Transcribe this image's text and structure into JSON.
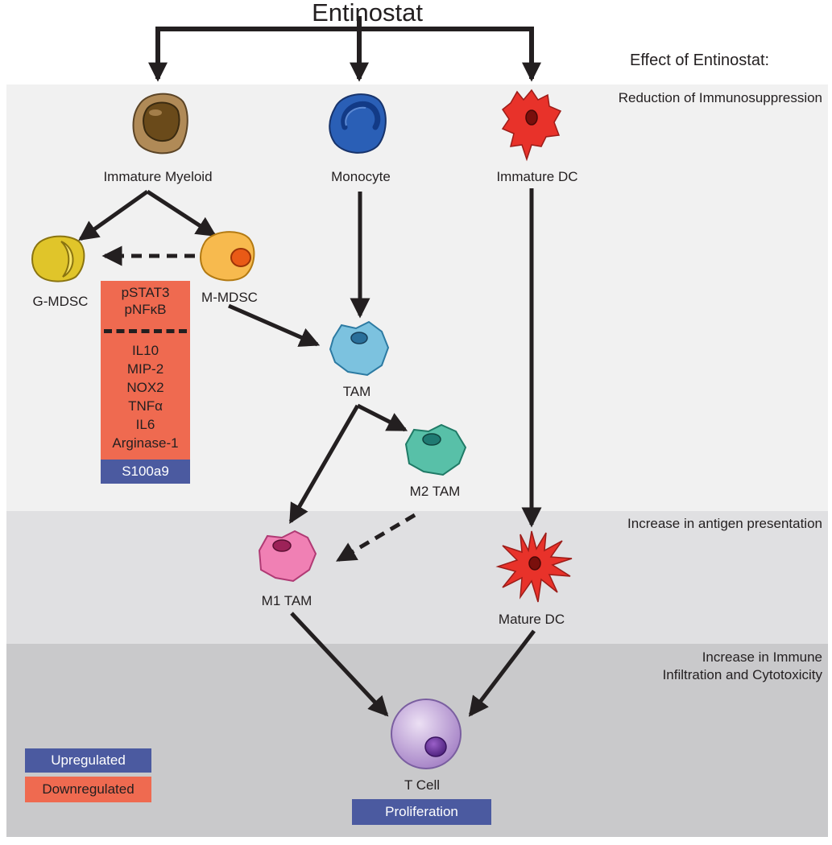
{
  "title": "Entinostat",
  "effect_header": "Effect of Entinostat:",
  "effects": {
    "band1": "Reduction of Immunosuppression",
    "band2": "Increase in antigen presentation",
    "band3_line1": "Increase in Immune",
    "band3_line2": "Infiltration and Cytotoxicity"
  },
  "cells": {
    "immature_myeloid": "Immature Myeloid",
    "monocyte": "Monocyte",
    "immature_dc": "Immature DC",
    "g_mdsc": "G-MDSC",
    "m_mdsc": "M-MDSC",
    "tam": "TAM",
    "m2_tam": "M2 TAM",
    "m1_tam": "M1 TAM",
    "mature_dc": "Mature DC",
    "t_cell": "T Cell"
  },
  "markers": {
    "top": [
      "pSTAT3",
      "pNFκB"
    ],
    "bottom": [
      "IL10",
      "MIP-2",
      "NOX2",
      "TNFα",
      "IL6",
      "Arginase-1"
    ],
    "upregulated": "S100a9"
  },
  "tcell_effect": "Proliferation",
  "legend": {
    "upregulated": "Upregulated",
    "downregulated": "Downregulated"
  },
  "colors": {
    "upregulated": "#4b5aa0",
    "downregulated": "#ef6a50"
  },
  "icons": {
    "immature_myeloid": "myeloid-cell-icon",
    "monocyte": "monocyte-icon",
    "immature_dc": "immature-dc-icon",
    "g_mdsc": "g-mdsc-icon",
    "m_mdsc": "m-mdsc-icon",
    "tam": "tam-icon",
    "m2_tam": "m2-tam-icon",
    "m1_tam": "m1-tam-icon",
    "mature_dc": "mature-dc-icon",
    "t_cell": "t-cell-icon"
  }
}
